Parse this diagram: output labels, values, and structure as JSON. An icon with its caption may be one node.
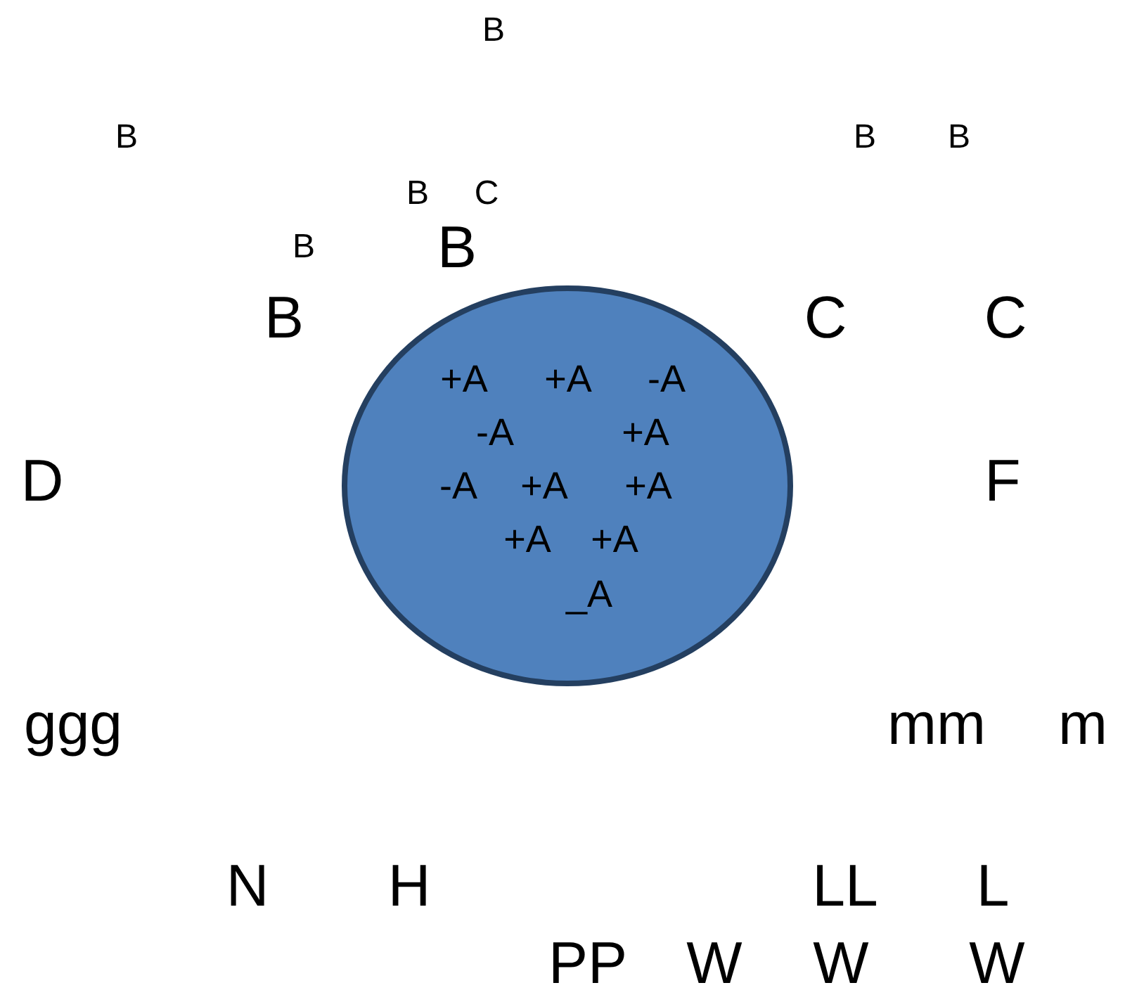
{
  "diagram": {
    "nodes": [
      {
        "text": [
          "+A",
          "+A",
          "-A",
          "-A",
          "+A",
          "-A",
          "+A",
          "+A",
          "+A",
          "+A",
          "_A"
        ]
      }
    ],
    "labels": [
      "B",
      "B",
      "B",
      "B",
      "B",
      "C",
      "B",
      "B",
      "B",
      "C",
      "C",
      "D",
      "F",
      "ggg",
      "mm",
      "m",
      "N",
      "H",
      "LL",
      "L",
      "PP",
      "W",
      "W",
      "W"
    ]
  }
}
